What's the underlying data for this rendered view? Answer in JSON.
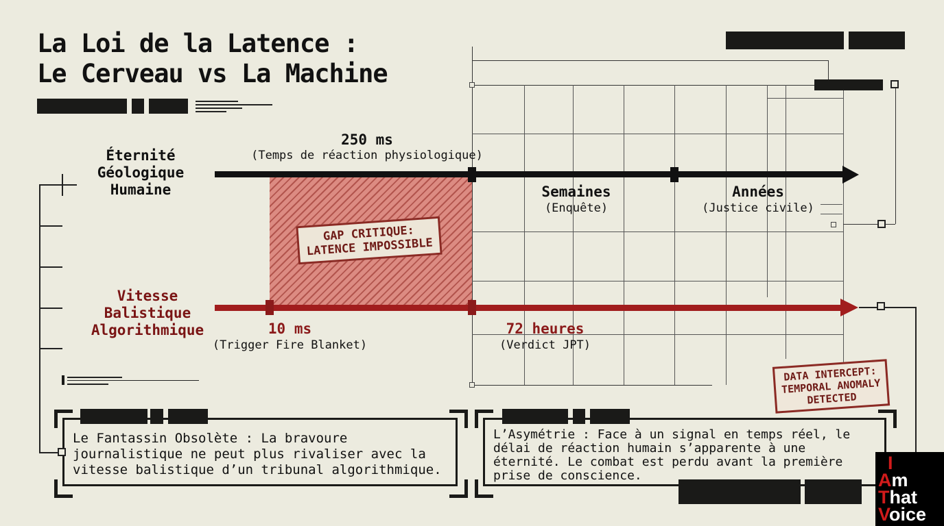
{
  "header": {
    "title_line1": "La Loi de la Latence :",
    "title_line2": "Le Cerveau vs La Machine"
  },
  "chart_data": {
    "type": "timeline",
    "title": "La Loi de la Latence : Le Cerveau vs La Machine",
    "series": [
      {
        "name": "Éternité Géologique Humaine",
        "color": "#111111",
        "markers": [
          {
            "value": "250 ms",
            "label": "(Temps de réaction physiologique)"
          },
          {
            "value": "Semaines",
            "label": "(Enquête)"
          },
          {
            "value": "Années",
            "label": "(Justice civile)"
          }
        ]
      },
      {
        "name": "Vitesse Balistique Algorithmique",
        "color": "#8b1a1a",
        "markers": [
          {
            "value": "10 ms",
            "label": "(Trigger Fire Blanket)"
          },
          {
            "value": "72 heures",
            "label": "(Verdict JPT)"
          }
        ]
      }
    ],
    "highlight_region": {
      "from": "10 ms",
      "to": "250 ms",
      "label": "GAP CRITIQUE: LATENCE IMPOSSIBLE"
    }
  },
  "lanes": {
    "human": {
      "label_line1": "Éternité",
      "label_line2": "Géologique",
      "label_line3": "Humaine",
      "marker_250_value": "250 ms",
      "marker_250_label": "(Temps de réaction physiologique)",
      "marker_weeks_value": "Semaines",
      "marker_weeks_label": "(Enquête)",
      "marker_years_value": "Années",
      "marker_years_label": "(Justice civile)"
    },
    "machine": {
      "label_line1": "Vitesse",
      "label_line2": "Balistique",
      "label_line3": "Algorithmique",
      "marker_10_value": "10 ms",
      "marker_10_label": "(Trigger Fire Blanket)",
      "marker_72_value": "72 heures",
      "marker_72_label": "(Verdict JPT)"
    }
  },
  "stamps": {
    "gap_line1": "GAP CRITIQUE:",
    "gap_line2": "LATENCE IMPOSSIBLE",
    "intercept_line1": "DATA INTERCEPT:",
    "intercept_line2": "TEMPORAL ANOMALY",
    "intercept_line3": "DETECTED"
  },
  "boxes": {
    "left_text": "Le Fantassin Obsolète : La bravoure journalistique ne peut plus rivaliser avec la vitesse balistique d’un tribunal algorithmique.",
    "right_text": "L’Asymétrie : Face à un signal en temps réel, le délai de réaction humain s’apparente à une éternité. Le combat est perdu avant la première prise de conscience."
  },
  "logo": {
    "line1": "I",
    "line2_red": "A",
    "line2_rest": "m",
    "line3_red": "T",
    "line3_rest": "hat",
    "line4_red": "V",
    "line4_rest": "oice"
  },
  "colors": {
    "background": "#ecebdf",
    "ink": "#111111",
    "accent_red": "#8b1a1a",
    "gap_fill": "#d97a72"
  }
}
